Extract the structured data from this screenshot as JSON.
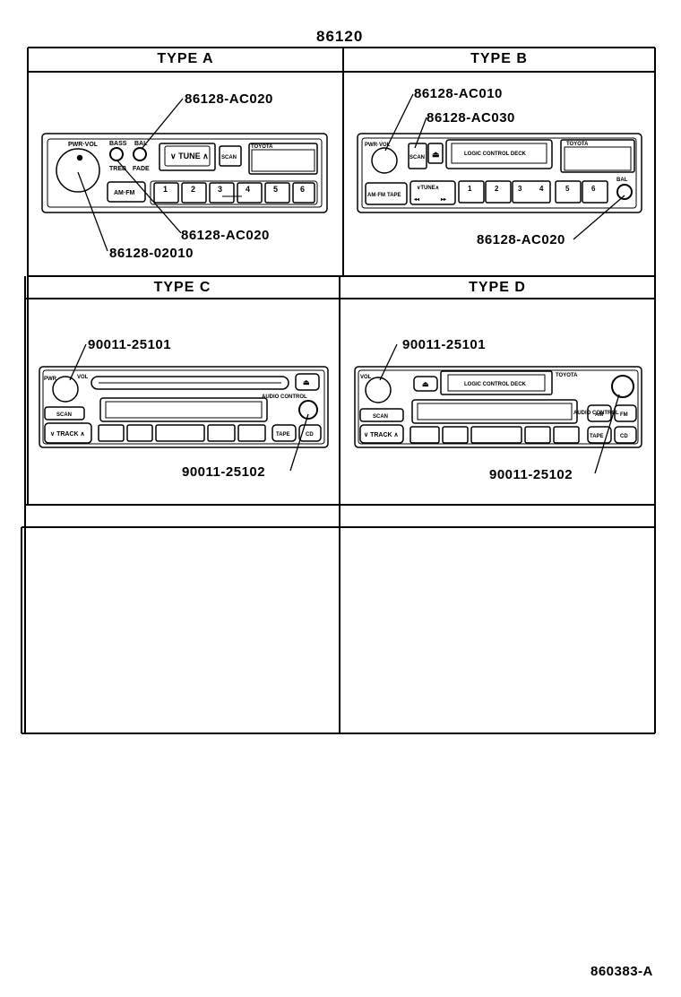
{
  "header": {
    "assembly_number": "86120"
  },
  "footer": {
    "illustration_id": "860383-A"
  },
  "types": {
    "a": {
      "title": "TYPE A",
      "callouts": [
        "86128-AC020",
        "86128-AC020",
        "86128-02010"
      ],
      "labels": {
        "pwr_vol": "PWR·VOL",
        "bass": "BASS",
        "bal": "BAL",
        "treb": "TREB",
        "fade": "FADE",
        "tune": "∨ TUNE ∧",
        "scan": "SCAN",
        "brand": "TOYOTA",
        "am_fm": "AM·FM",
        "presets": [
          "1",
          "2",
          "3",
          "4",
          "5",
          "6"
        ]
      }
    },
    "b": {
      "title": "TYPE B",
      "callouts": [
        "86128-AC010",
        "86128-AC030",
        "86128-AC020"
      ],
      "labels": {
        "pwr_vol": "PWR·VOL",
        "scan": "SCAN",
        "logic": "LOGIC CONTROL DECK",
        "brand": "TOYOTA",
        "am_fm": "AM·FM",
        "tape": "TAPE",
        "tune": "∨TUNE∧",
        "presets": [
          "1",
          "2",
          "3",
          "4",
          "5",
          "6"
        ],
        "bal": "BAL",
        "rew": "◂◂",
        "ff": "▸▸"
      }
    },
    "c": {
      "title": "TYPE C",
      "callouts": [
        "90011-25101",
        "90011-25102"
      ],
      "labels": {
        "pwr": "PWR",
        "vol": "VOL",
        "scan": "SCAN",
        "track": "∨ TRACK ∧",
        "audio": "AUDIO CONTROL",
        "tape": "TAPE",
        "cd": "CD"
      }
    },
    "d": {
      "title": "TYPE D",
      "callouts": [
        "90011-25101",
        "90011-25102"
      ],
      "labels": {
        "vol": "VOL",
        "logic": "LOGIC CONTROL DECK",
        "brand": "TOYOTA",
        "scan": "SCAN",
        "track": "∨ TRACK ∧",
        "audio": "AUDIO CONTROL",
        "am": "AM",
        "fm": "FM",
        "tape": "TAPE",
        "cd": "CD"
      }
    }
  }
}
